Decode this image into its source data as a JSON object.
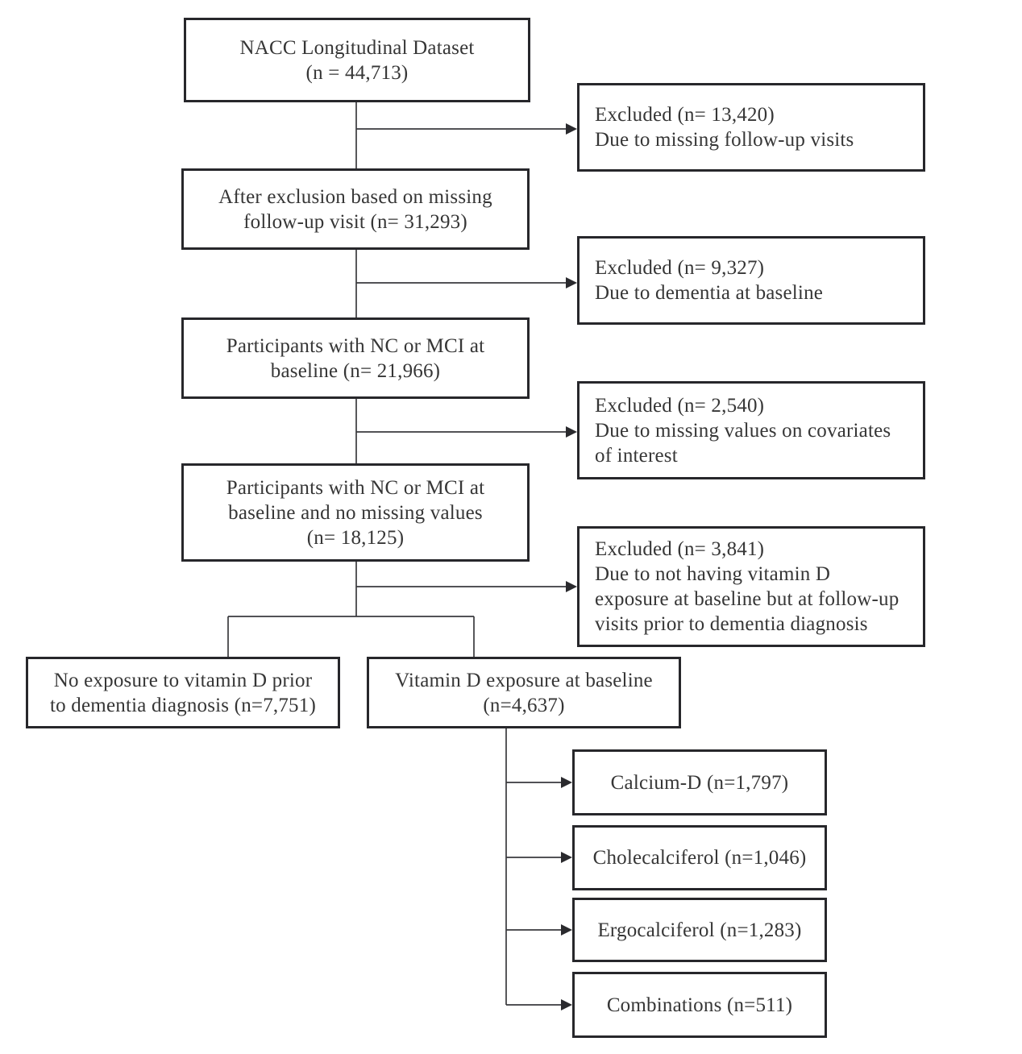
{
  "colors": {
    "background": "#ffffff",
    "box_border": "#27272b",
    "text": "#363636",
    "connector": "#3a3a3e"
  },
  "flow": {
    "b1": {
      "l1": "NACC Longitudinal Dataset",
      "l2": "(n = 44,713)"
    },
    "e1": {
      "l1": "Excluded (n= 13,420)",
      "l2": "Due to missing follow-up visits"
    },
    "b2": {
      "l1": "After exclusion based on missing",
      "l2": "follow-up visit (n= 31,293)"
    },
    "e2": {
      "l1": "Excluded (n= 9,327)",
      "l2": "Due to dementia at baseline"
    },
    "b3": {
      "l1": "Participants with NC or MCI at",
      "l2": "baseline (n= 21,966)"
    },
    "e3": {
      "l1": "Excluded (n= 2,540)",
      "l2": "Due to missing values on covariates",
      "l3": "of interest"
    },
    "b4": {
      "l1": "Participants with NC or MCI at",
      "l2": "baseline and no missing values",
      "l3": "(n= 18,125)"
    },
    "e4": {
      "l1": "Excluded (n= 3,841)",
      "l2": "Due to not having vitamin D",
      "l3": "exposure at baseline but at follow-up",
      "l4": "visits prior to dementia diagnosis"
    },
    "bl": {
      "l1": "No exposure to vitamin D prior",
      "l2": "to dementia diagnosis (n=7,751)"
    },
    "bm": {
      "l1": "Vitamin D exposure at baseline",
      "l2": "(n=4,637)"
    },
    "s1": {
      "l1": "Calcium-D (n=1,797)"
    },
    "s2": {
      "l1": "Cholecalciferol (n=1,046)"
    },
    "s3": {
      "l1": "Ergocalciferol (n=1,283)"
    },
    "s4": {
      "l1": "Combinations (n=511)"
    }
  }
}
